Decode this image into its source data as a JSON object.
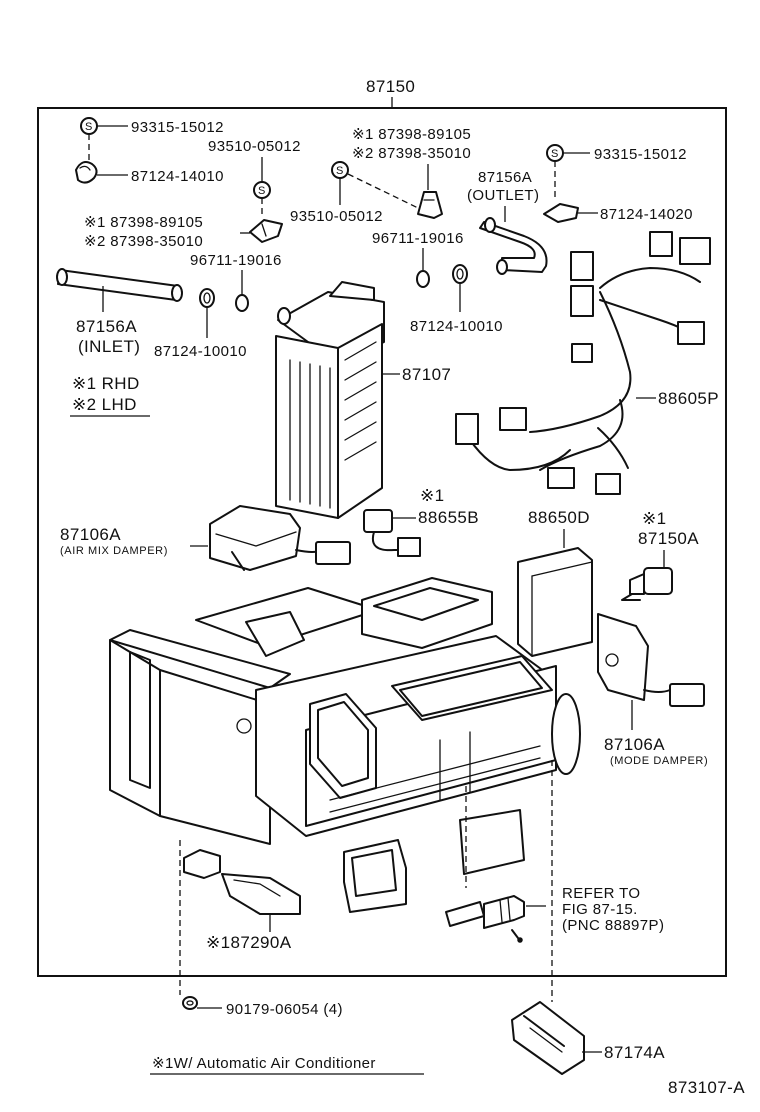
{
  "assembly": {
    "number": "87150"
  },
  "labels": {
    "p93315_left": "93315-15012",
    "p87124_14010": "87124-14010",
    "p93510_top": "93510-05012",
    "p87398_rhd_top": "※1 87398-89105",
    "p87398_lhd_top": "※2 87398-35010",
    "p87156a_outlet": "87156A",
    "outlet": "(OUTLET)",
    "p93315_right": "93315-15012",
    "p87124_14020": "87124-14020",
    "p87398_rhd_left": "※1 87398-89105",
    "p87398_lhd_left": "※2 87398-35010",
    "p93510_mid": "93510-05012",
    "p96711_left": "96711-19016",
    "p96711_right": "96711-19016",
    "p87156a_inlet": "87156A",
    "inlet": "(INLET)",
    "p87124_10010_left": "87124-10010",
    "p87124_10010_right": "87124-10010",
    "legend_rhd": "※1 RHD",
    "legend_lhd": "※2 LHD",
    "p87107": "87107",
    "p88605p": "88605P",
    "mark_88655b": "※1",
    "p88655b": "88655B",
    "p87106a_airmix": "87106A",
    "air_mix_damper": "(AIR MIX DAMPER)",
    "p88650d": "88650D",
    "mark_87150a": "※1",
    "p87150a": "87150A",
    "p87106a_mode": "87106A",
    "mode_damper": "(MODE DAMPER)",
    "refer_line1": "REFER TO",
    "refer_line2": "FIG 87-15.",
    "refer_line3": "(PNC 88897P)",
    "p87290a": "※187290A",
    "p90179": "90179-06054 (4)",
    "p87174a": "87174A",
    "footnote": "※1W/ Automatic Air Conditioner",
    "figure_id": "873107-A"
  },
  "icons": {
    "s_mark": "S",
    "colors": {
      "ink": "#111111",
      "paper": "#ffffff"
    }
  }
}
